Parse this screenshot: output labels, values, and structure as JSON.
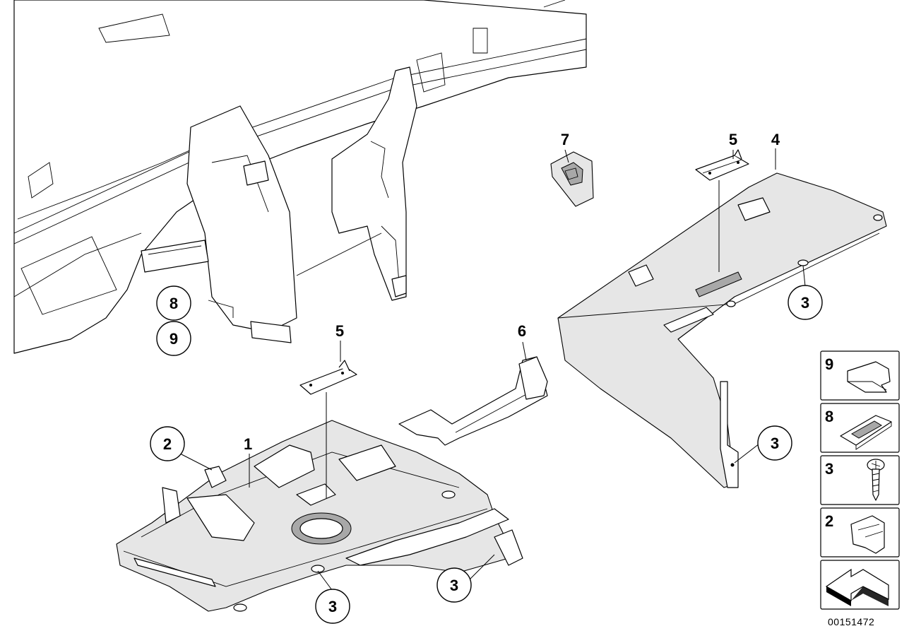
{
  "callouts": {
    "c1": "1",
    "c2": "2",
    "c3a": "3",
    "c3b": "3",
    "c3c": "3",
    "c3d": "3",
    "c4": "4",
    "c5a": "5",
    "c5b": "5",
    "c6": "6",
    "c7": "7",
    "c8": "8",
    "c9": "9"
  },
  "legend": {
    "row9": "9",
    "row8": "8",
    "row3": "3",
    "row2": "2"
  },
  "document_id": "00151472"
}
